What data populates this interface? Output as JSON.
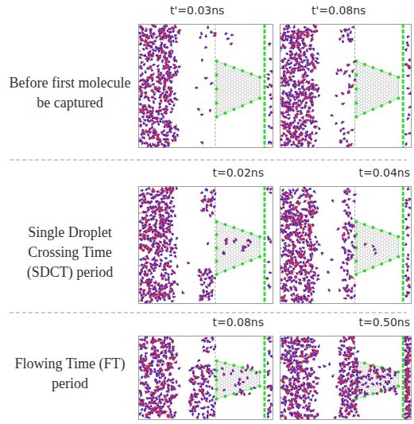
{
  "diagram": {
    "nodes": [
      {
        "text": [
          "t'=0.03ns"
        ]
      },
      {
        "text": [
          "t'=0.08ns"
        ]
      },
      {
        "text": [
          "t=0.02ns"
        ]
      },
      {
        "text": [
          "t=0.04ns"
        ]
      },
      {
        "text": [
          "t=0.08ns"
        ]
      },
      {
        "text": [
          "t=0.50ns"
        ]
      }
    ],
    "labels": [
      "Before first molecule be captured",
      "Single Droplet Crossing Time (SDCT) period",
      "Flowing Time (FT) period"
    ]
  }
}
